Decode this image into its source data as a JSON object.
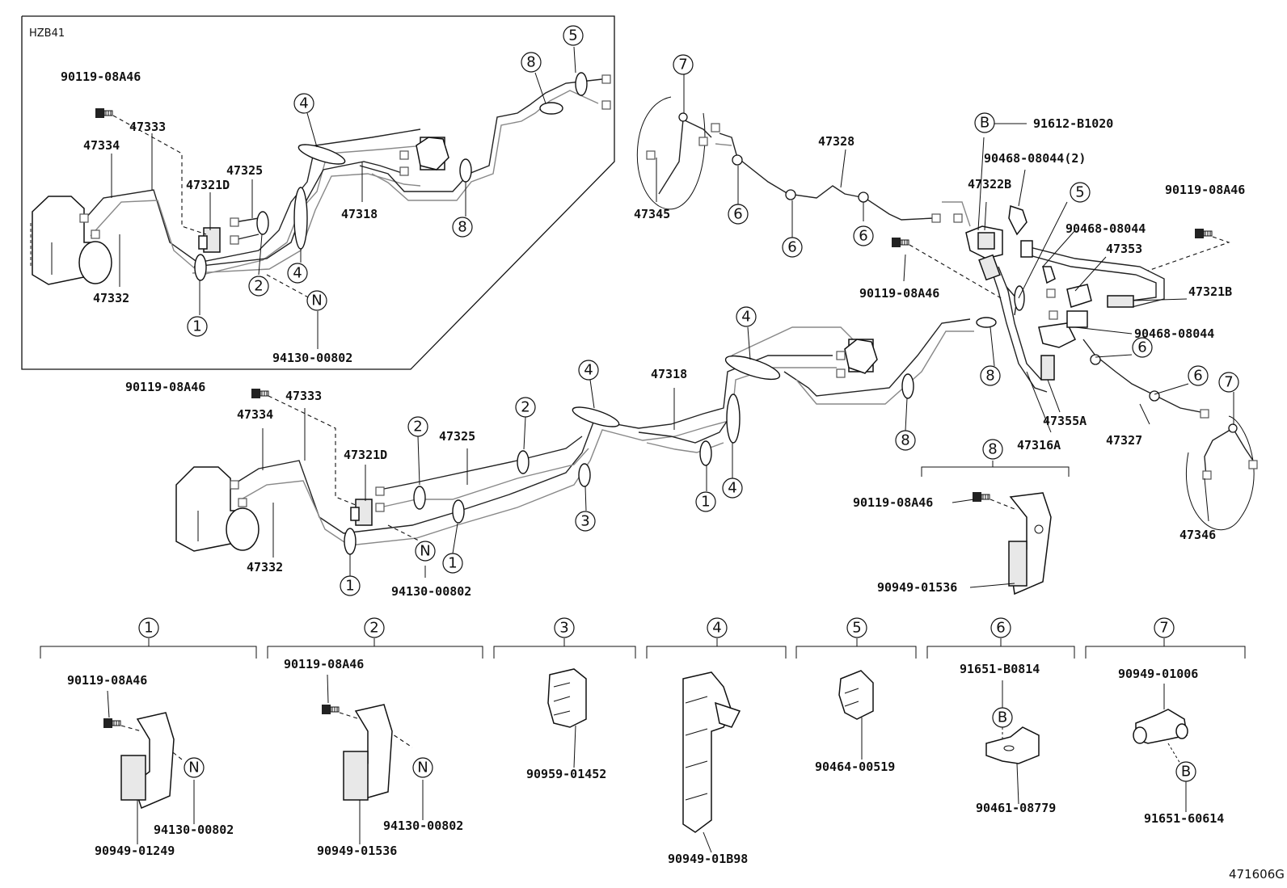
{
  "inset": {
    "model": "HZB41"
  },
  "figure_id": "471606G",
  "labels": {
    "p90119_08A46": "90119-08A46",
    "p47333": "47333",
    "p47334": "47334",
    "p47321D": "47321D",
    "p47325": "47325",
    "p47318": "47318",
    "p47332": "47332",
    "p94130_00802": "94130-00802",
    "p47345": "47345",
    "p47328": "47328",
    "p91612_B1020": "91612-B1020",
    "p90468_08044_2": "90468-08044(2)",
    "p47322B": "47322B",
    "p90468_08044": "90468-08044",
    "p47353": "47353",
    "p47321B": "47321B",
    "p47355A": "47355A",
    "p47316A": "47316A",
    "p47327": "47327",
    "p47346": "47346",
    "p90949_01536": "90949-01536",
    "p90949_01249": "90949-01249",
    "p90959_01452": "90959-01452",
    "p90949_01B98": "90949-01B98",
    "p90464_00519": "90464-00519",
    "p91651_B0814": "91651-B0814",
    "p90461_08779": "90461-08779",
    "p90949_01006": "90949-01006",
    "p91651_60614": "91651-60614"
  },
  "refs": {
    "r1": "1",
    "r2": "2",
    "r3": "3",
    "r4": "4",
    "r5": "5",
    "r6": "6",
    "r7": "7",
    "r8": "8",
    "rB": "B",
    "rN": "N"
  }
}
